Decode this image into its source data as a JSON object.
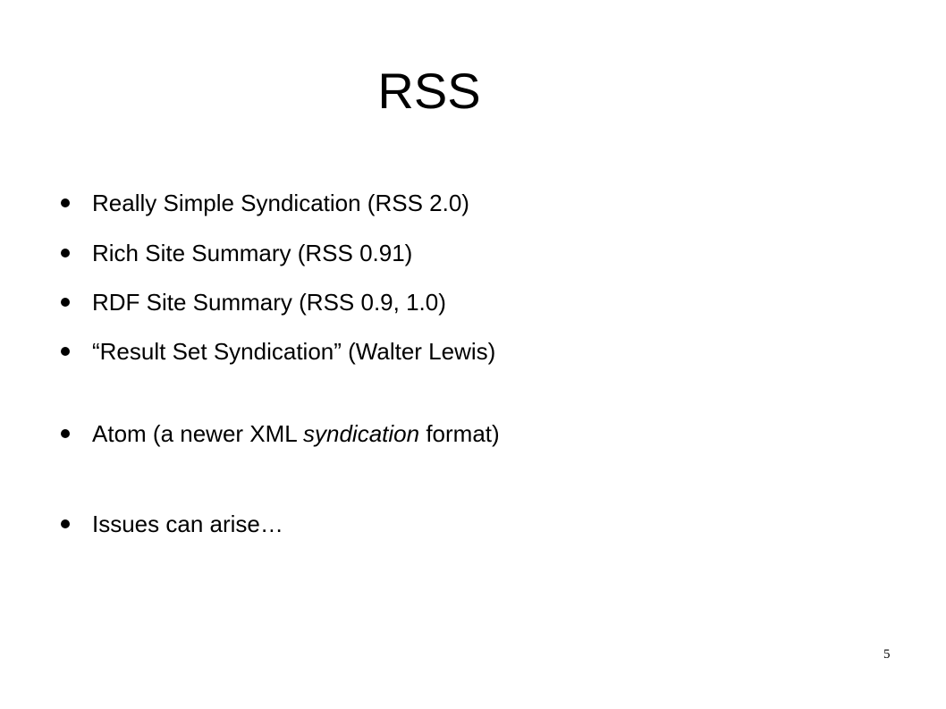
{
  "slide": {
    "title": "RSS",
    "bullets": [
      {
        "text": "Really Simple Syndication (RSS 2.0)"
      },
      {
        "text": "Rich Site Summary (RSS 0.91)"
      },
      {
        "text": "RDF Site Summary (RSS 0.9, 1.0)"
      },
      {
        "text": "“Result Set Syndication” (Walter Lewis)"
      },
      {
        "prefix": "Atom (a newer XML ",
        "emphasis": "syndication",
        "suffix": " format)"
      },
      {
        "text": "Issues can arise…"
      }
    ],
    "page_number": "5"
  }
}
